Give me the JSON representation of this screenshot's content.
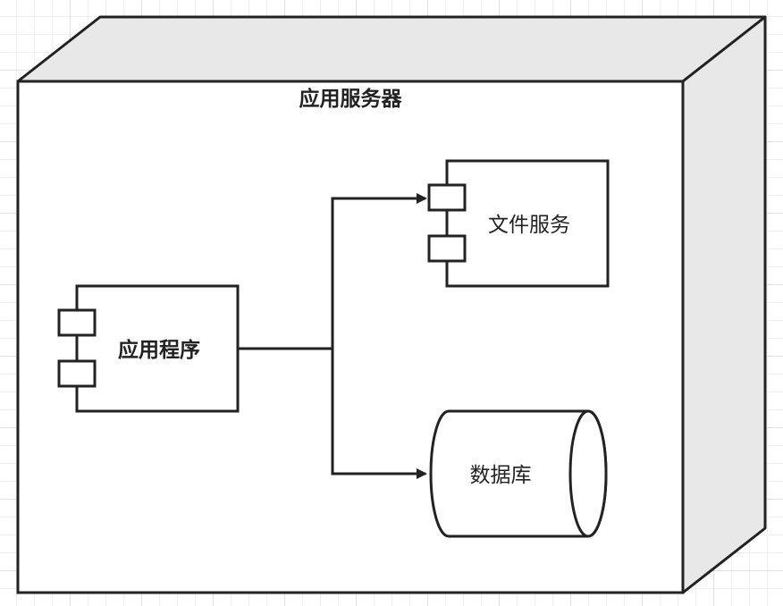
{
  "diagram": {
    "node_title": "应用服务器",
    "components": {
      "app": "应用程序",
      "file_service": "文件服务",
      "database": "数据库"
    },
    "colors": {
      "stroke": "#222222",
      "node_face": "#ffffff",
      "node_side": "#e8e8e8",
      "grid": "#dfdfdf"
    }
  }
}
